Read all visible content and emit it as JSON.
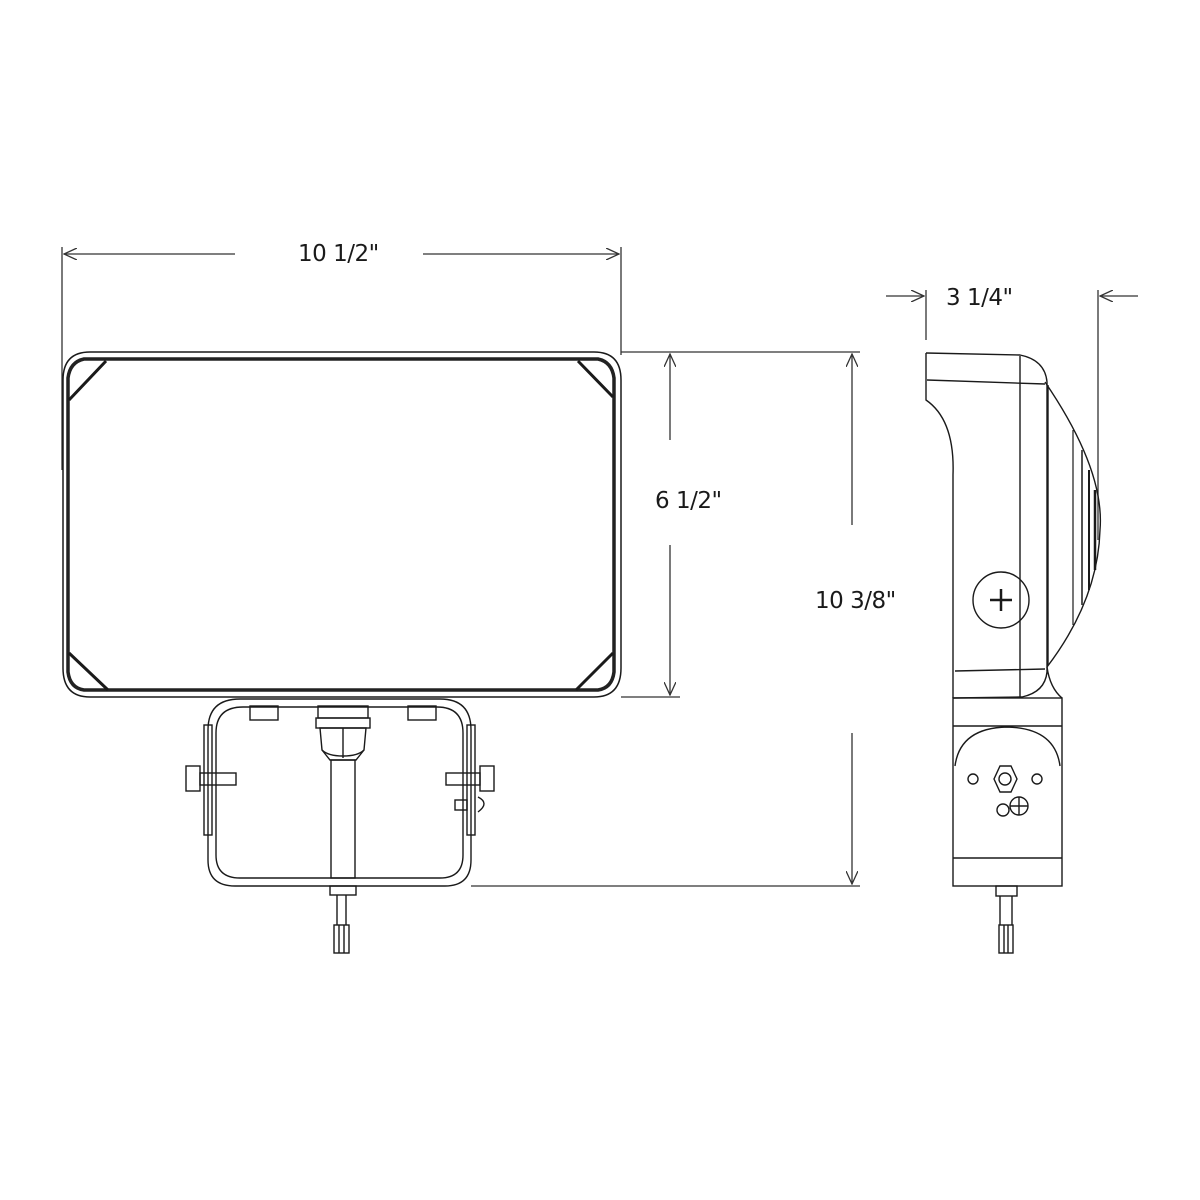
{
  "diagram": {
    "type": "product dimension drawing",
    "line_color": "#1a1a1a",
    "background": "#ffffff",
    "views": [
      {
        "name": "front view",
        "components": [
          "lens housing",
          "mounting yoke bracket",
          "cable gland",
          "power leads"
        ]
      },
      {
        "name": "side view",
        "components": [
          "housing",
          "lens dome",
          "knuckle mount",
          "adjustment screw",
          "power leads"
        ]
      }
    ]
  },
  "dimensions": {
    "width": {
      "label": "10 1/2\"",
      "view": "front",
      "orientation": "horizontal"
    },
    "head_height": {
      "label": "6 1/2\"",
      "view": "front",
      "orientation": "vertical"
    },
    "overall_height": {
      "label": "10 3/8\"",
      "view": "front",
      "orientation": "vertical"
    },
    "depth": {
      "label": "3 1/4\"",
      "view": "side",
      "orientation": "horizontal"
    }
  }
}
